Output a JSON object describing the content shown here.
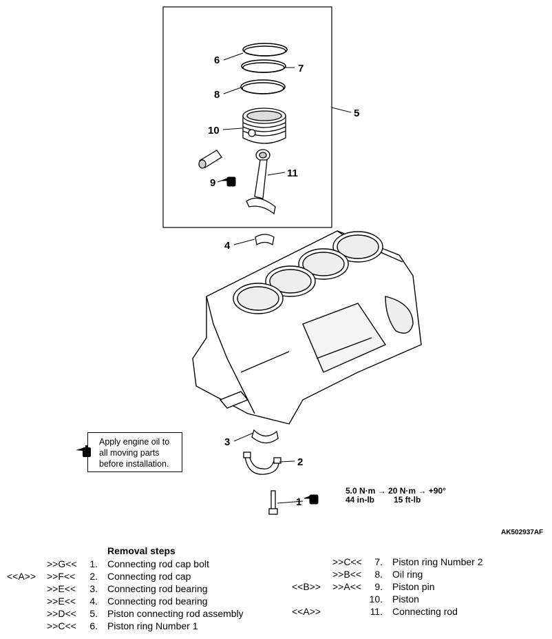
{
  "callouts": {
    "n1": "1",
    "n2": "2",
    "n3": "3",
    "n4": "4",
    "n5": "5",
    "n6": "6",
    "n7": "7",
    "n8": "8",
    "n9": "9",
    "n10": "10",
    "n11": "11"
  },
  "torque": {
    "line1": "5.0 N·m → 20 N·m → +90°",
    "line2a": "44 in-lb",
    "line2b": "15 ft-lb"
  },
  "figure_code": "AK502937AF",
  "note": "Apply engine oil to\nall moving parts\nbefore installation.",
  "removal": {
    "title": "Removal steps",
    "left": [
      {
        "pre": "",
        "mark": ">>G<<",
        "num": "1.",
        "text": "Connecting rod cap bolt"
      },
      {
        "pre": "<<A>>",
        "mark": ">>F<<",
        "num": "2.",
        "text": "Connecting rod cap"
      },
      {
        "pre": "",
        "mark": ">>E<<",
        "num": "3.",
        "text": "Connecting rod bearing"
      },
      {
        "pre": "",
        "mark": ">>E<<",
        "num": "4.",
        "text": "Connecting rod bearing"
      },
      {
        "pre": "",
        "mark": ">>D<<",
        "num": "5.",
        "text": "Piston connecting rod assembly"
      },
      {
        "pre": "",
        "mark": ">>C<<",
        "num": "6.",
        "text": "Piston ring Number 1"
      }
    ],
    "right": [
      {
        "pre": "",
        "mark": ">>C<<",
        "num": "7.",
        "text": "Piston ring Number 2"
      },
      {
        "pre": "",
        "mark": ">>B<<",
        "num": "8.",
        "text": "Oil ring"
      },
      {
        "pre": "<<B>>",
        "mark": ">>A<<",
        "num": "9.",
        "text": "Piston pin"
      },
      {
        "pre": "",
        "mark": "",
        "num": "10.",
        "text": "Piston"
      },
      {
        "pre": "<<A>>",
        "mark": "",
        "num": "11.",
        "text": "Connecting rod"
      }
    ]
  }
}
